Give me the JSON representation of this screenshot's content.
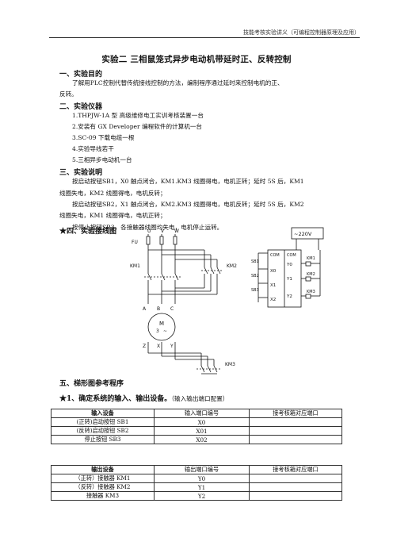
{
  "header": {
    "running_title": "技能考核实验讲义（可编程控制器原理及应用）"
  },
  "title": "实验二   三相鼠笼式异步电动机带延时正、反转控制",
  "sections": {
    "s1": {
      "heading": "一、实验目的",
      "text_line1": "了解用PLC控制代替传统接线控制的方法，编制程序通过延时来控制电机的正、",
      "text_line2": "反转。"
    },
    "s2": {
      "heading": "二、实验仪器",
      "items": [
        "1.THPJW-1A 型  高级维修电工实训考核装置一台",
        "2.安装有 GX Developer 编程软件的计算机一台",
        "3.SC-09 下载电缆一根",
        "4.实验导线若干",
        "5.三相异步电动机一台"
      ]
    },
    "s3": {
      "heading": "三、实验说明",
      "para1_line1": "按启动按钮SB1，X0 触点闭合，KM1.KM3 线圈得电，电机正转；延时 5S 后，KM1",
      "para1_line2": "线圈失电，KM2 线圈得电，电机反转；",
      "para2_line1": "按启动按钮SB2，X1 触点闭合，KM2.KM3 线圈得电，电机反转；延时 5S 后，KM2",
      "para2_line2": "线圈失电，KM1 线圈得电，电机正转；",
      "para3": "按停止按钮SB3，各接触器线圈均失电，电机停止运转。"
    },
    "s4": {
      "heading": "★四、实验接线图"
    },
    "s5": {
      "heading": "五、梯形图参考程序"
    },
    "s5_1": {
      "heading": "★1、确定系统的输入、输出设备。",
      "note": "（输入输出端口配置）"
    }
  },
  "diagram": {
    "supply": "~220V",
    "phases": [
      "U",
      "V",
      "W"
    ],
    "fuse_label": "FU",
    "km1": "KM1",
    "km2": "KM2",
    "km3": "KM3",
    "terminals_top": [
      "A",
      "B",
      "C"
    ],
    "terminals_bottom": [
      "Z",
      "X",
      "Y"
    ],
    "motor_m": "M",
    "motor_3": "3",
    "motor_tilde": "~",
    "plc_com_in": "COM",
    "plc_com_out": "COM",
    "inputs": [
      "SB1",
      "SB2",
      "SB3"
    ],
    "x_terms": [
      "X0",
      "X1",
      "X2"
    ],
    "y_terms": [
      "Y0",
      "Y1",
      "Y2"
    ],
    "coils": [
      "KM1",
      "KM2",
      "KM3"
    ]
  },
  "input_table": {
    "headers": [
      "输入设备",
      "输入端口编号",
      "接考核箱对应端口"
    ],
    "rows": [
      [
        "(正转)启动按钮 SB1",
        "X0",
        ""
      ],
      [
        "(反转)启动按钮 SB2",
        "X01",
        ""
      ],
      [
        "停止按钮 SB3",
        "X02",
        ""
      ]
    ]
  },
  "output_table": {
    "headers": [
      "输出设备",
      "输出端口编号",
      "接考核箱对应端口"
    ],
    "rows": [
      [
        "（正转）接触器 KM1",
        "Y0",
        ""
      ],
      [
        "（反转）接触器 KM2",
        "Y1",
        ""
      ],
      [
        "接触器 KM3",
        "Y2",
        ""
      ]
    ]
  }
}
